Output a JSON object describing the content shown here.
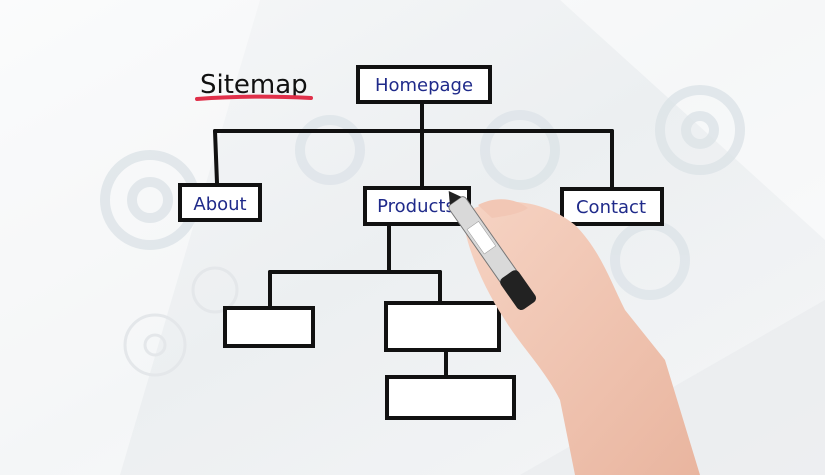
{
  "title": "Sitemap",
  "accent_color": "#e0304a",
  "box_text_color": "#1f2a8a",
  "line_color": "#111111",
  "nodes": {
    "home": "Homepage",
    "about": "About",
    "products": "Products",
    "contact": "Contact"
  },
  "empty_boxes": 3,
  "decorations": [
    "gear-icon",
    "hand-with-marker"
  ]
}
